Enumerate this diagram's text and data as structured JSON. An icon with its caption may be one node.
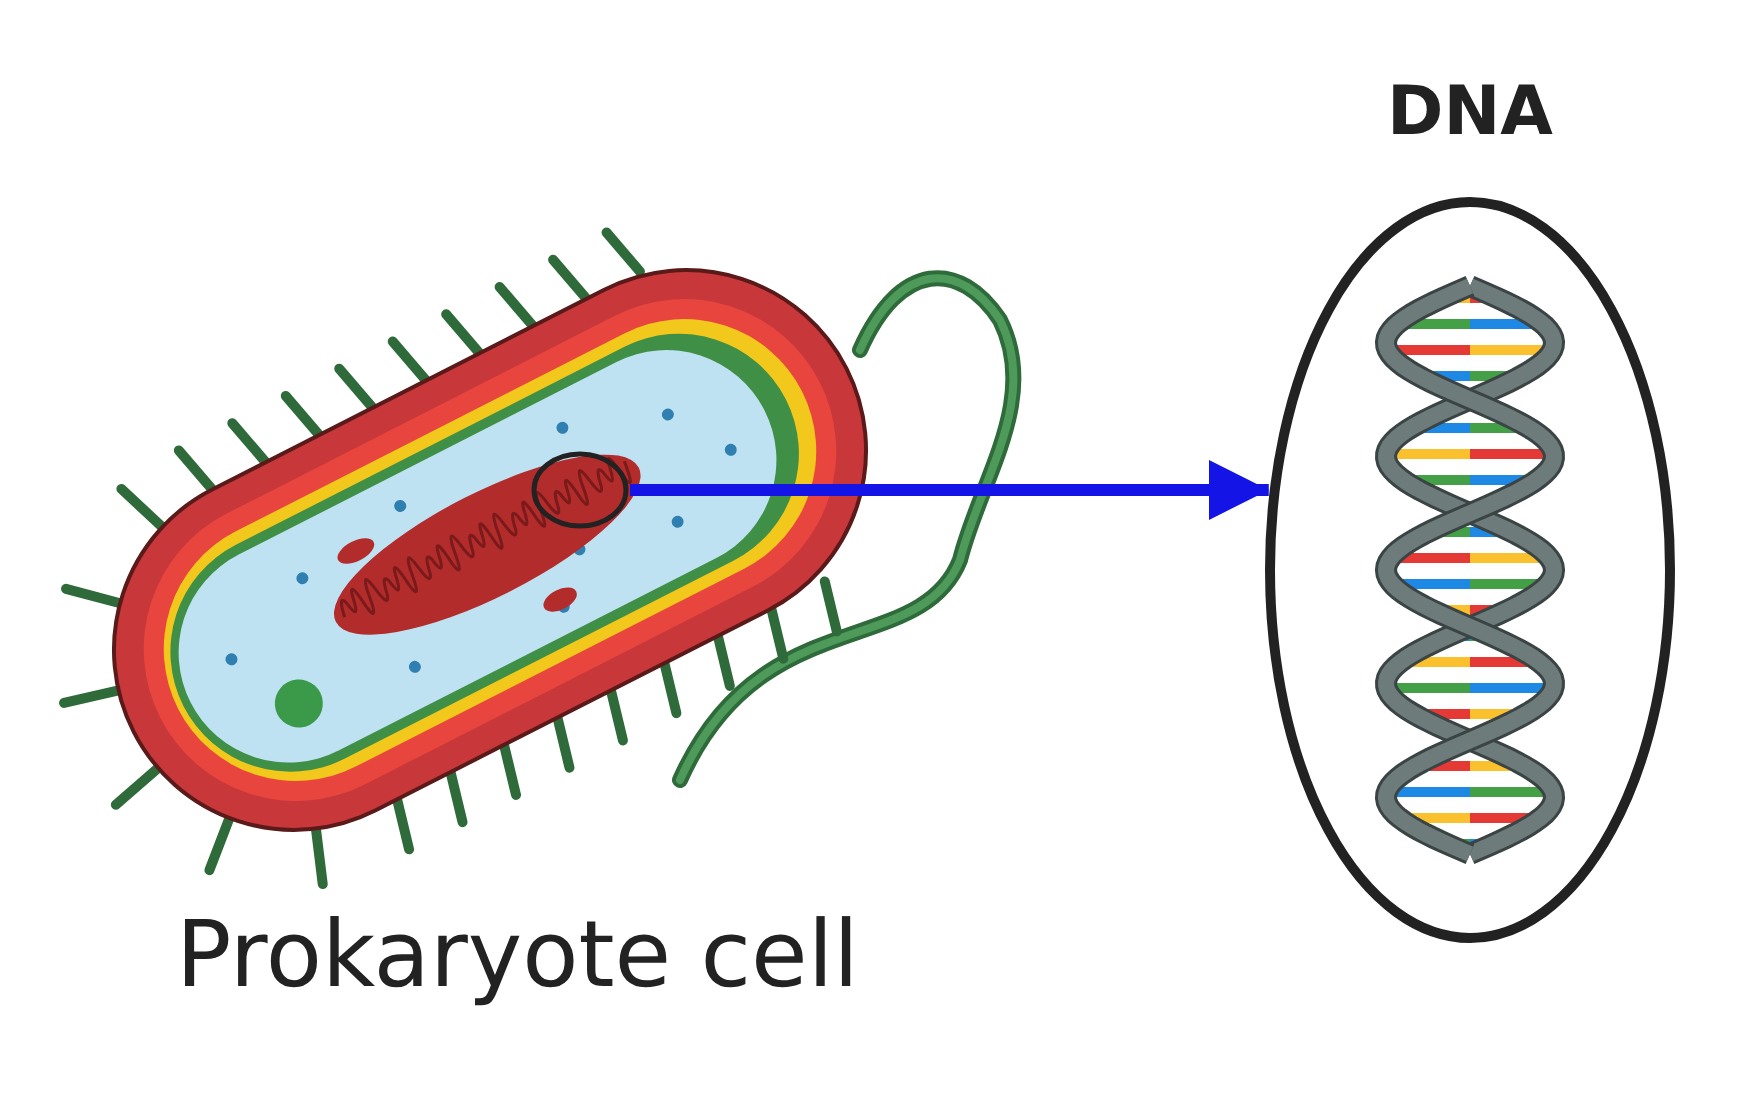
{
  "diagram": {
    "nodes": [
      {
        "text": [],
        "shape": "picture",
        "beside": [
          "Prokaryote cell"
        ]
      },
      {
        "text": [],
        "shape": "circle",
        "in": 0
      },
      {
        "text": [
          "DNA"
        ]
      }
    ],
    "edges": [
      {
        "from": 1,
        "to": 2,
        "arrow": "to"
      }
    ]
  }
}
